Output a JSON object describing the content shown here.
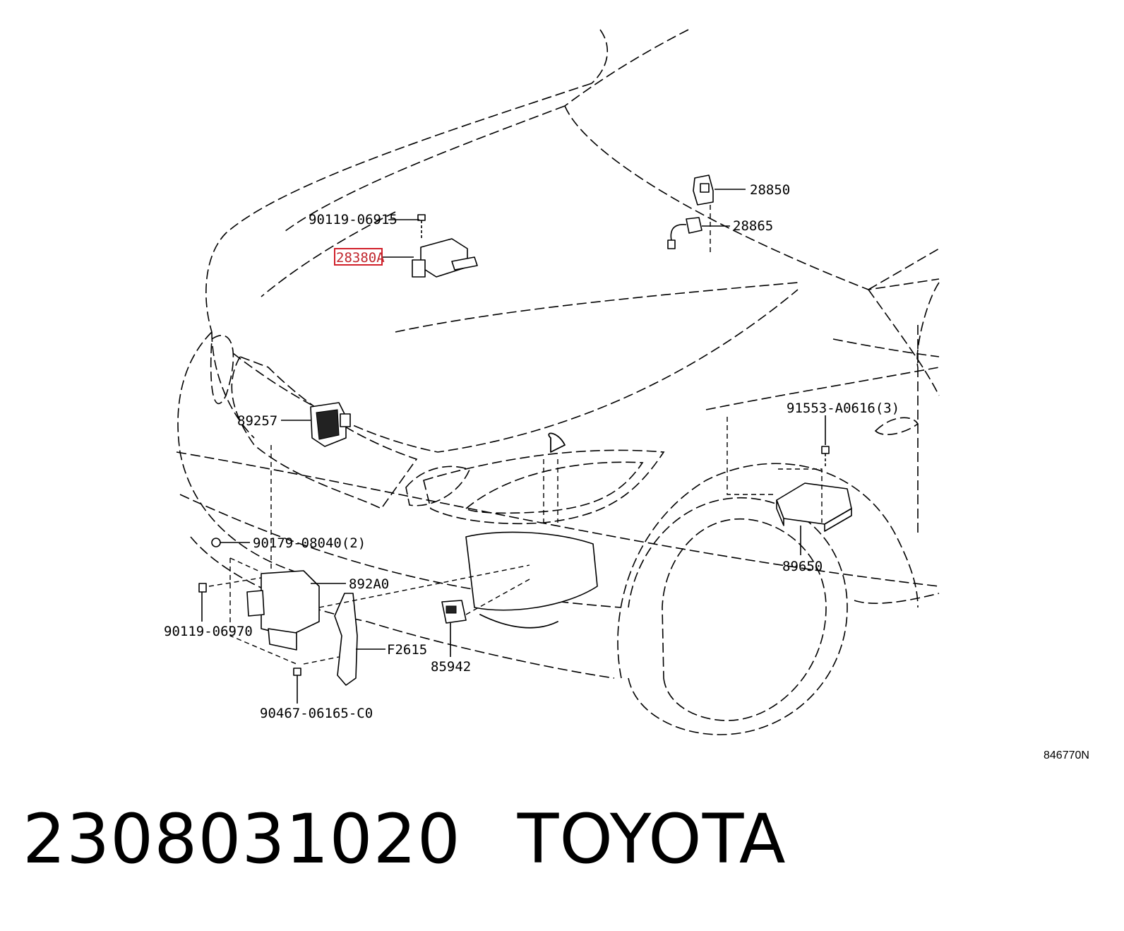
{
  "callouts": {
    "c_90119_06915": "90119-06915",
    "c_28380A": "28380A",
    "c_28850": "28850",
    "c_28865": "28865",
    "c_89257": "89257",
    "c_91553": "91553-A0616(3)",
    "c_90179": "90179-08040(2)",
    "c_892A0": "892A0",
    "c_90119_06970": "90119-06970",
    "c_F2615": "F2615",
    "c_85942": "85942",
    "c_89650": "89650",
    "c_90467": "90467-06165-C0"
  },
  "diagram_id": "846770N",
  "footer": {
    "part_number": "2308031020",
    "manufacturer": "TOYOTA"
  },
  "highlight_color": "#d11f2a"
}
